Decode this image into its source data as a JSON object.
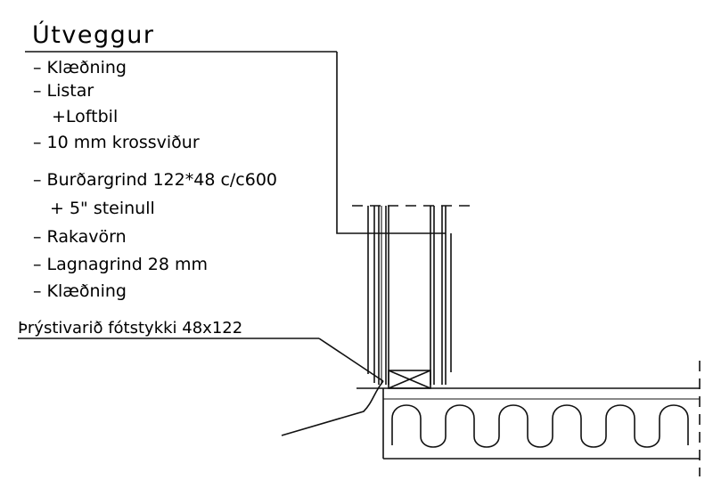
{
  "title": "Útveggur",
  "layers": [
    "– Klæðning",
    "– Listar",
    "+Loftbil",
    "– 10 mm krossviður",
    "– Burðargrind 122*48 c/c600",
    "+ 5\" steinull",
    "– Rakavörn",
    "– Lagnagrind 28 mm",
    "– Klæðning"
  ],
  "footing_label": "Þrýstivarið fótstykki 48x122"
}
